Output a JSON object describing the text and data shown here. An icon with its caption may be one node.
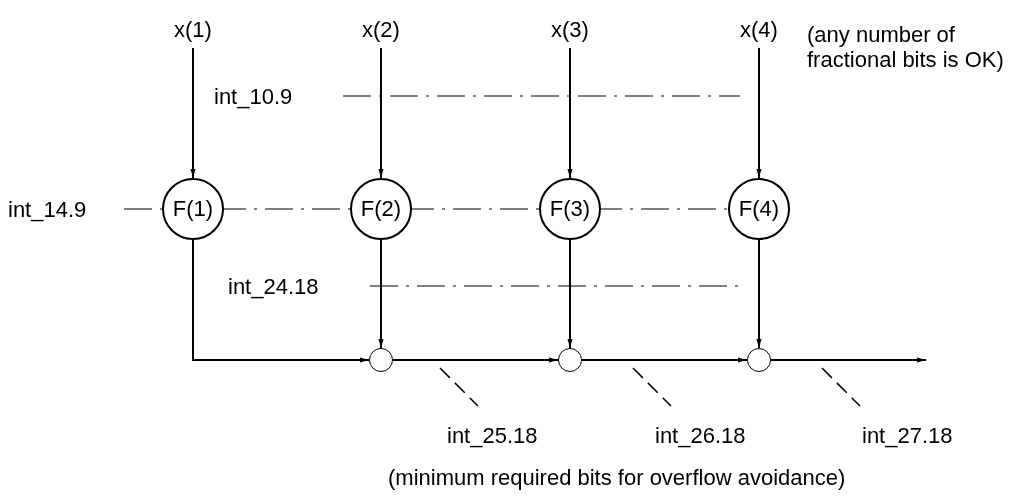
{
  "diagram": {
    "nodes": [
      {
        "text": [
          "x(1)"
        ]
      },
      {
        "text": [
          "x(2)"
        ]
      },
      {
        "text": [
          "x(3)"
        ]
      },
      {
        "text": [
          "x(4)"
        ]
      },
      {
        "text": [
          "F(1)"
        ]
      },
      {
        "text": [
          "F(2)"
        ]
      },
      {
        "text": [
          "F(3)"
        ]
      },
      {
        "text": [
          "F(4)"
        ]
      },
      {
        "text": [],
        "shape": "circle"
      },
      {
        "text": [],
        "shape": "circle"
      },
      {
        "text": [],
        "shape": "circle"
      }
    ],
    "edges": [
      {
        "from": 0,
        "to": 4,
        "arrow": "to"
      },
      {
        "from": 1,
        "to": 5,
        "arrow": "to"
      },
      {
        "from": 2,
        "to": 6,
        "arrow": "to"
      },
      {
        "from": 3,
        "to": 7,
        "arrow": "to"
      },
      {
        "from": 4,
        "to": 8,
        "arrow": "to"
      },
      {
        "from": 5,
        "to": 8,
        "arrow": "to"
      },
      {
        "from": 6,
        "to": 9,
        "arrow": "to"
      },
      {
        "from": 7,
        "to": 10,
        "arrow": "to"
      },
      {
        "from": 8,
        "to": 9,
        "arrow": "to"
      },
      {
        "from": 9,
        "to": 10,
        "arrow": "to"
      },
      {
        "from": 10,
        "to": null,
        "arrow": "to"
      }
    ],
    "labels": [
      "(any number of fractional bits is OK)",
      "int_10.9",
      "int_14.9",
      "int_24.18",
      "int_25.18",
      "int_26.18",
      "int_27.18",
      "(minimum required bits for overflow avoidance)"
    ]
  }
}
